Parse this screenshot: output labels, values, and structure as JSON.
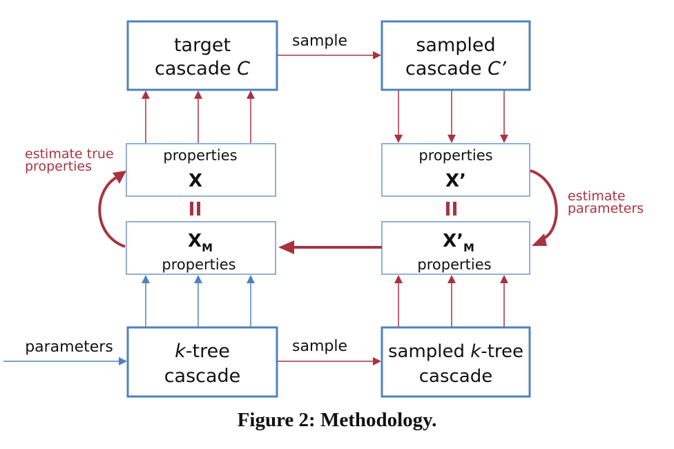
{
  "diagram": {
    "target_box": {
      "line1": "target",
      "line2_prefix": "cascade ",
      "line2_italic": "C"
    },
    "sampled_box": {
      "line1": "sampled",
      "line2_prefix": "cascade ",
      "line2_italic": "C’"
    },
    "props_x": {
      "top_label": "properties",
      "symbol": "X"
    },
    "props_xp": {
      "top_label": "properties",
      "symbol": "X’"
    },
    "props_xm": {
      "symbol": "X",
      "subscript": "M",
      "bottom_label": "properties"
    },
    "props_xpm": {
      "symbol": "X’",
      "subscript": "M",
      "bottom_label": "properties"
    },
    "ktree_box": {
      "line1_italic": "k",
      "line1_rest": "-tree",
      "line2": "cascade"
    },
    "sampled_ktree_box": {
      "line1_prefix": "sampled ",
      "line1_italic": "k",
      "line1_rest": "-tree",
      "line2": "cascade"
    },
    "sample_top": "sample",
    "sample_bottom": "sample",
    "parameters_label": "parameters",
    "estimate_true": {
      "line1": "estimate true",
      "line2": "properties"
    },
    "estimate_params": {
      "line1": "estimate",
      "line2": "parameters"
    },
    "equals_sign": "II",
    "colors": {
      "red": "#a8333f",
      "blue": "#4e82bf",
      "thin_border": "#6f96c8"
    }
  },
  "caption": "Figure 2: Methodology."
}
